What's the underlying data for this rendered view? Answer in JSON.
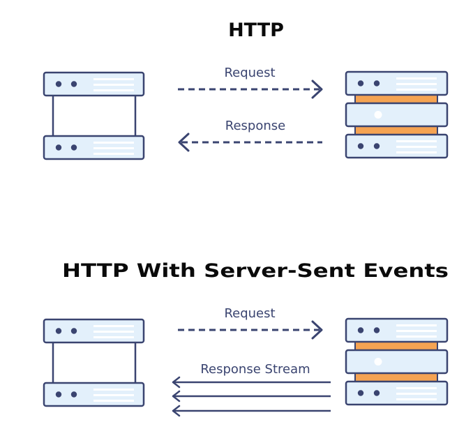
{
  "diagrams": [
    {
      "title": "HTTP",
      "request_label": "Request",
      "response_label": "Response"
    },
    {
      "title": "HTTP With Server-Sent Events",
      "request_label": "Request",
      "response_label": "Response Stream"
    }
  ],
  "colors": {
    "ink": "#3a4470",
    "rack_fill": "#e3f0fb",
    "accent": "#f5a352",
    "title": "#0a0a0a"
  },
  "icons": {
    "client": "client-rack-icon",
    "server": "server-stack-icon"
  }
}
